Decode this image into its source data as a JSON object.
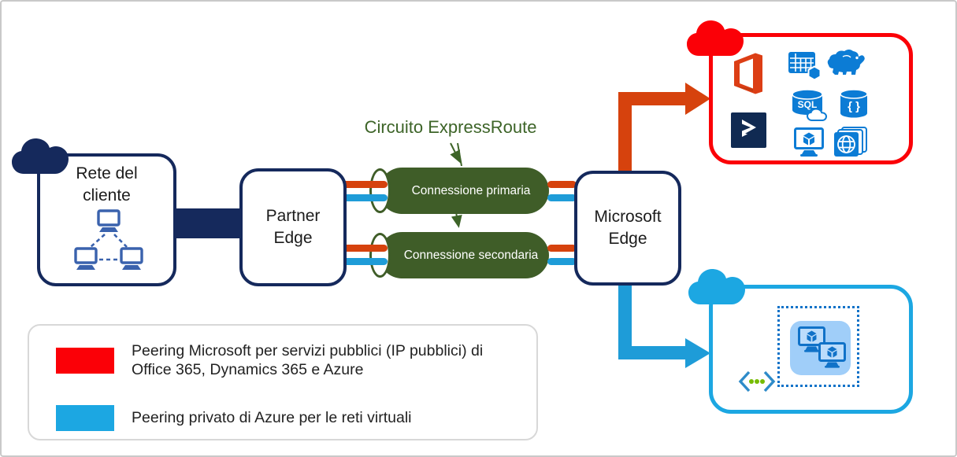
{
  "diagram": {
    "circuit_label": "Circuito ExpressRoute",
    "customer_network": {
      "line1": "Rete del",
      "line2": "cliente"
    },
    "partner_edge": {
      "line1": "Partner",
      "line2": "Edge"
    },
    "microsoft_edge": {
      "line1": "Microsoft",
      "line2": "Edge"
    },
    "connections": {
      "primary": "Connessione primaria",
      "secondary": "Connessione secondaria"
    }
  },
  "public_services_box": {
    "icons": [
      "office-365-icon",
      "hdinsight-table-icon",
      "hadoop-elephant-icon",
      "sql-database-cloud-icon",
      "cosmos-db-braces-icon",
      "dynamics-365-icon",
      "virtual-machine-icon",
      "web-apps-icon"
    ],
    "sql_label": "SQL",
    "braces_label": "{ }"
  },
  "vnet_box": {
    "icons": [
      "virtual-network-code-icon",
      "vm-group-icon"
    ]
  },
  "legend": {
    "items": [
      {
        "swatch_color": "#fb0007",
        "label": "Peering Microsoft per servizi pubblici (IP pubblici) di Office 365, Dynamics 365 e Azure"
      },
      {
        "swatch_color": "#1ca7e2",
        "label": "Peering privato di Azure per le reti virtuali"
      }
    ]
  },
  "colors": {
    "navy": "#15295c",
    "circuit_green": "#3f5d28",
    "label_green": "#3d6428",
    "microsoft_peering_red": "#d6420d",
    "private_peering_blue": "#1e9cd8",
    "public_box_red": "#fb0007",
    "vnet_box_blue": "#1ca7e2",
    "azure_icon_blue": "#0c7cd5",
    "network_icon_blue": "#3a62ad",
    "dynamics_navy": "#102a52",
    "vnet_dot_blue": "#1072c8",
    "code_dot_green": "#76bc00"
  }
}
